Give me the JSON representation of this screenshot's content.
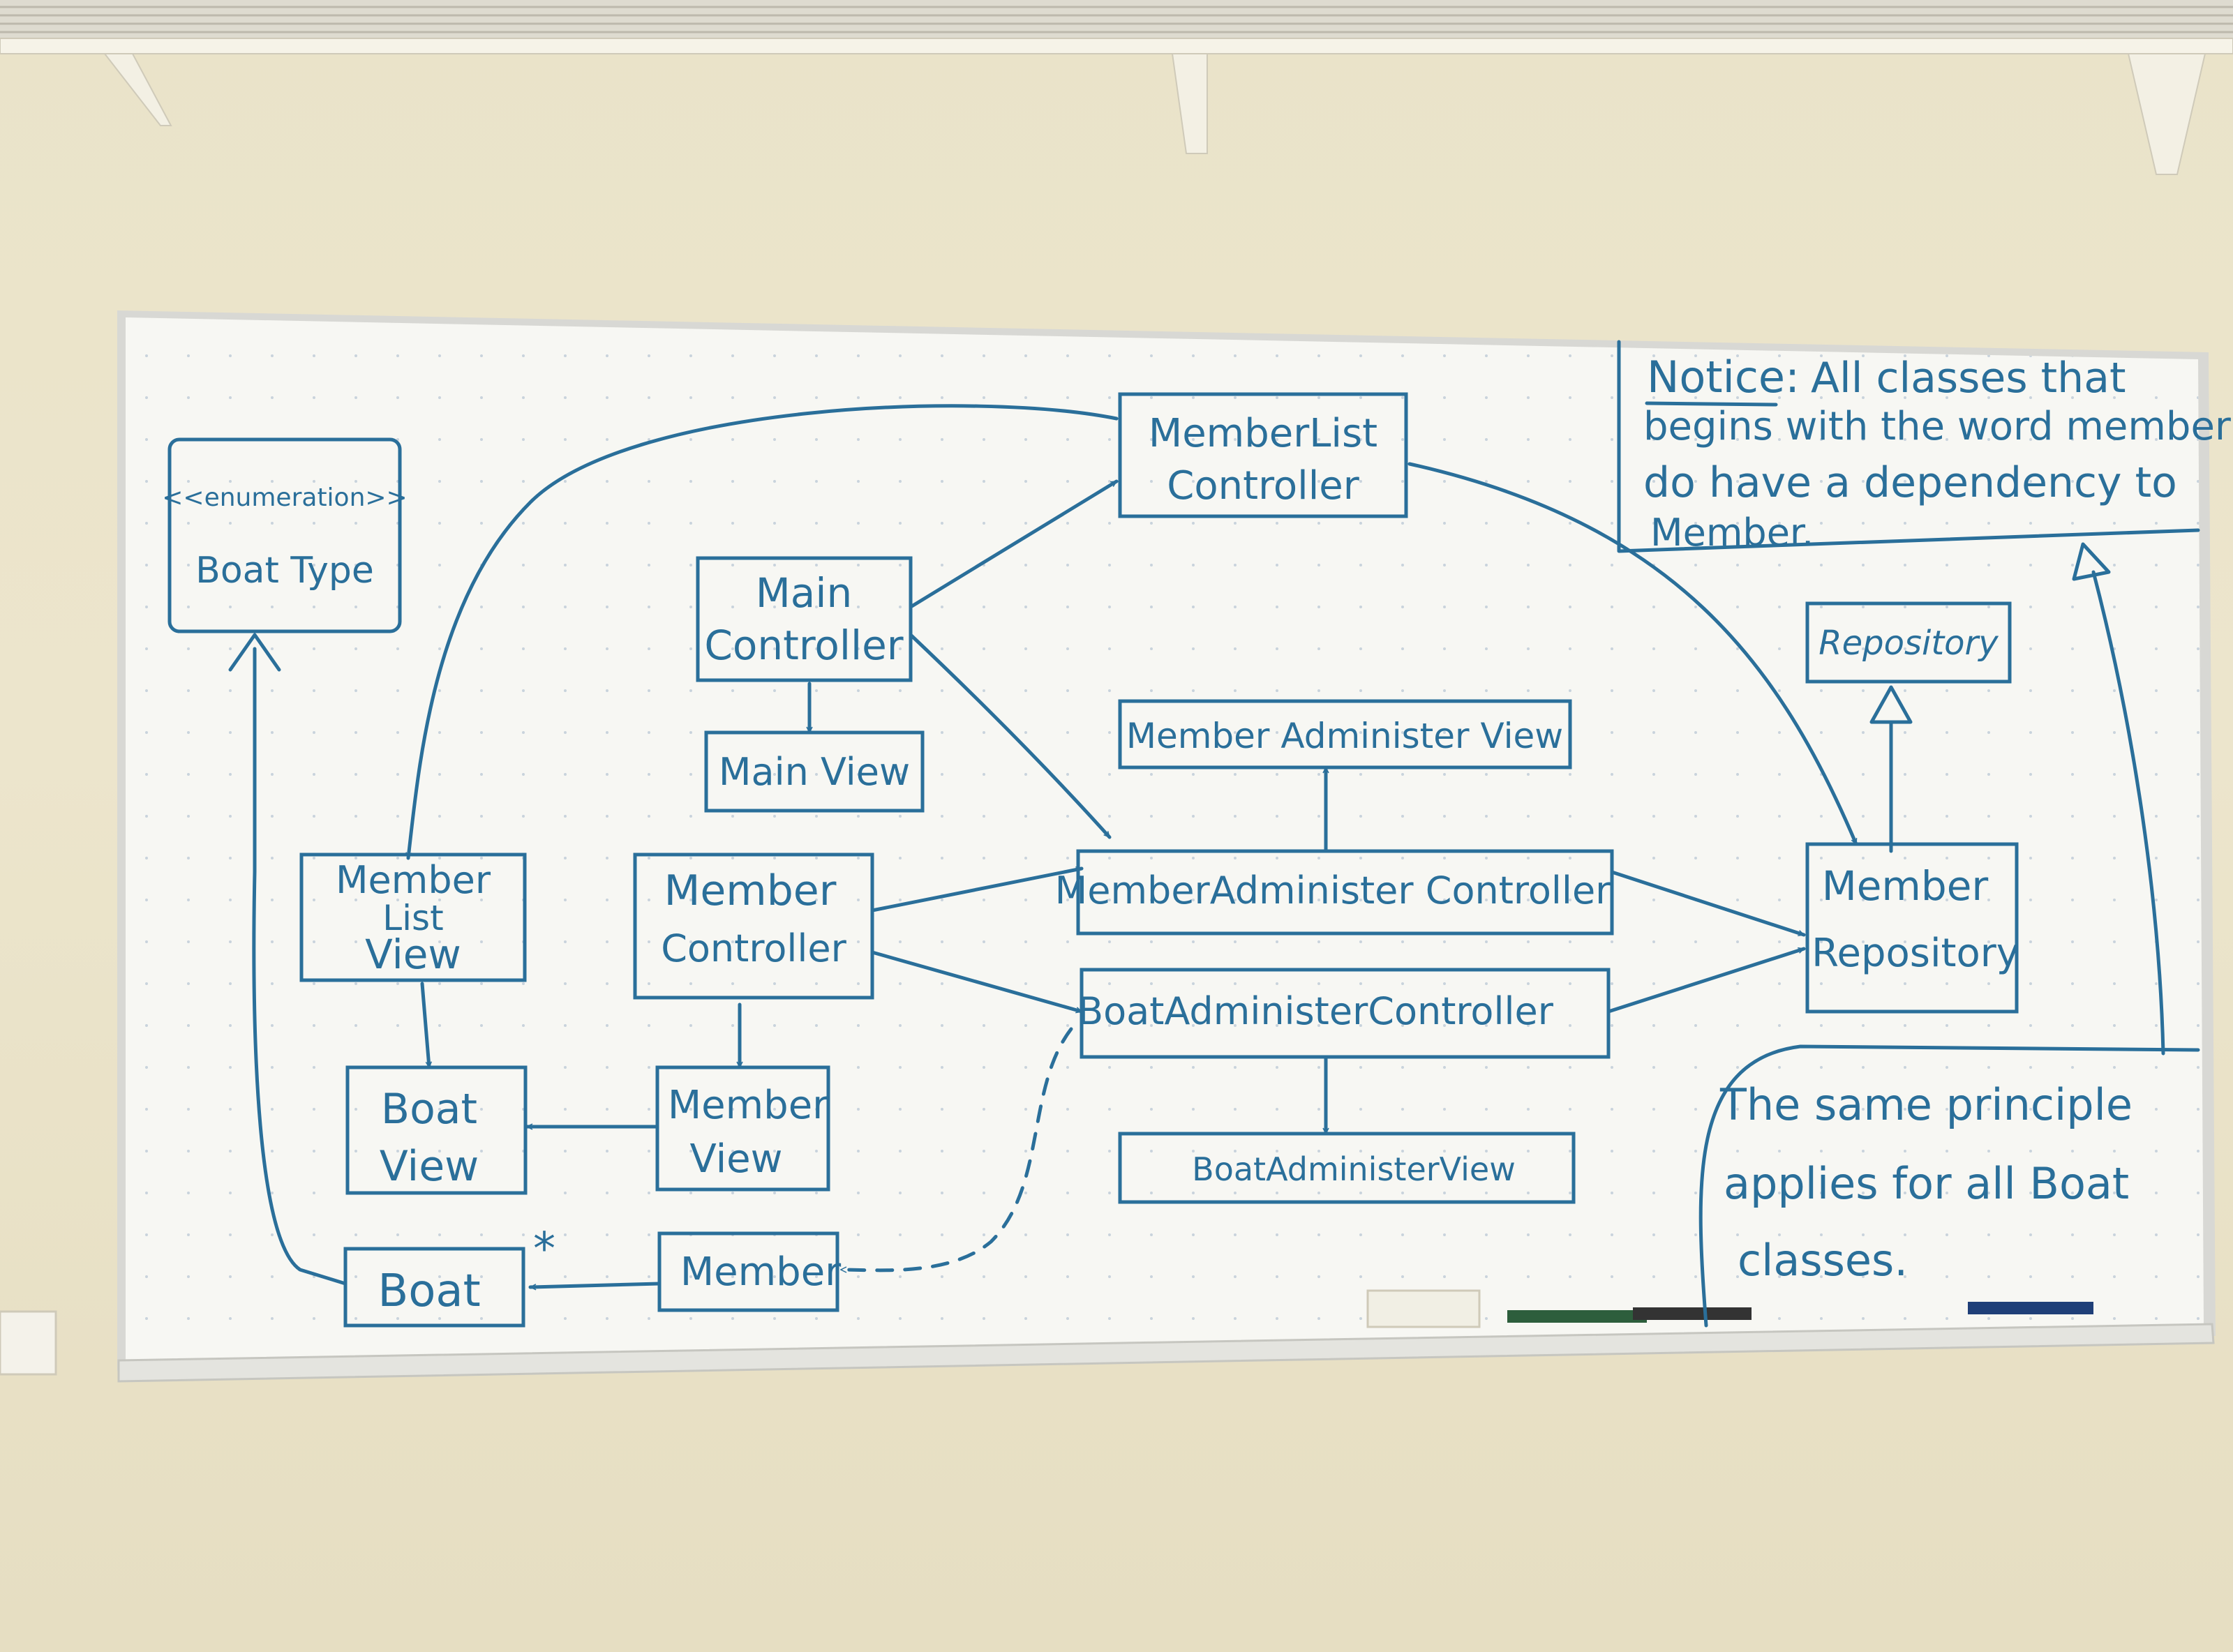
{
  "boxes": {
    "enumeration_stereotype": "<<enumeration>>",
    "boat_type": "Boat Type",
    "member_list_controller": [
      "MemberList",
      "Controller"
    ],
    "main_controller": [
      "Main",
      "Controller"
    ],
    "main_view": "Main View",
    "member_administer_view": "Member Administer View",
    "repository": "Repository",
    "member_list_view": [
      "Member",
      "List",
      "View"
    ],
    "member_controller": [
      "Member",
      "Controller"
    ],
    "member_administer_controller": "MemberAdminister Controller",
    "member_repository": [
      "Member",
      "Repository"
    ],
    "boat_administer_controller": "BoatAdministerController",
    "boat_view": [
      "Boat",
      "View"
    ],
    "member_view": [
      "Member",
      "View"
    ],
    "boat_administer_view": "BoatAdministerView",
    "boat": "Boat",
    "member": "Member"
  },
  "multiplicity": "*",
  "notes": {
    "notice_heading": "Notice:",
    "notice_lines": [
      "All classes that",
      "begins with the word member",
      "do have a dependency to",
      "Member."
    ],
    "principle_lines": [
      "The same principle",
      "applies for all Boat",
      "classes."
    ]
  },
  "colors": {
    "marker": "#2a6f9a",
    "board": "#f7f7f3",
    "wall": "#ece5cc"
  }
}
